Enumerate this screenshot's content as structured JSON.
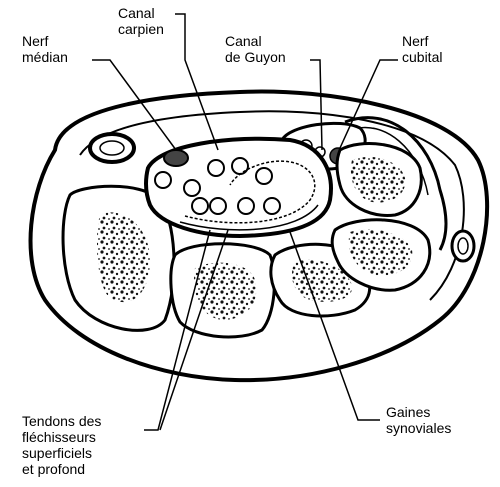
{
  "diagram": {
    "labels": {
      "nerf_median": "Nerf\nmédian",
      "canal_carpien": "Canal\ncarpien",
      "canal_guyon": "Canal\nde Guyon",
      "nerf_cubital": "Nerf\ncubital",
      "tendons": "Tendons des\nfléchisseurs\nsuperficiels\net profond",
      "gaines": "Gaines\nsynoviales"
    }
  }
}
